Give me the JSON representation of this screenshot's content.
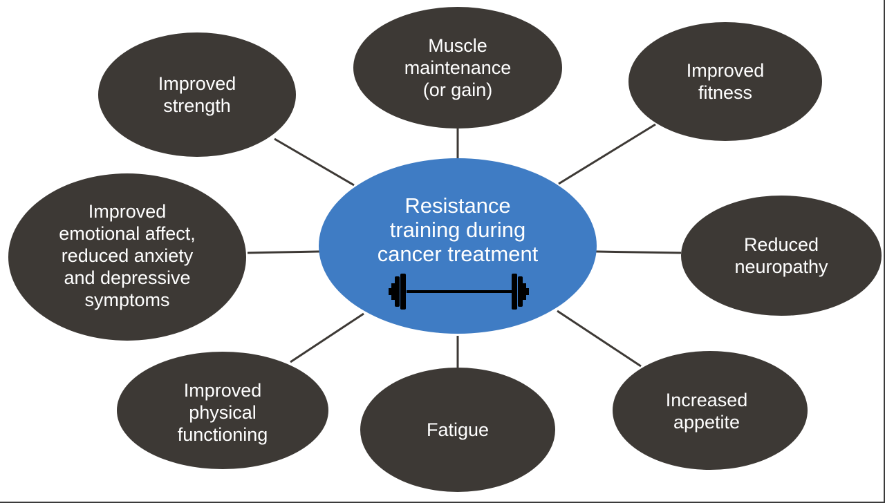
{
  "colors": {
    "outer_node_fill": "#3d3935",
    "center_node_fill": "#3f7cc4",
    "connector": "#3d3935",
    "text": "#ffffff",
    "icon": "#000000"
  },
  "center": {
    "label": "Resistance\ntraining during\ncancer treatment",
    "icon": "dumbbell-icon"
  },
  "nodes": {
    "strength": {
      "label": "Improved\nstrength"
    },
    "muscle": {
      "label": "Muscle\nmaintenance\n(or gain)"
    },
    "fitness": {
      "label": "Improved\nfitness"
    },
    "emotional": {
      "label": "Improved\nemotional affect,\nreduced anxiety\nand depressive\nsymptoms"
    },
    "neuropathy": {
      "label": "Reduced\nneuropathy"
    },
    "physical": {
      "label": "Improved\nphysical\nfunctioning"
    },
    "fatigue": {
      "label": "Fatigue"
    },
    "appetite": {
      "label": "Increased\nappetite"
    }
  }
}
